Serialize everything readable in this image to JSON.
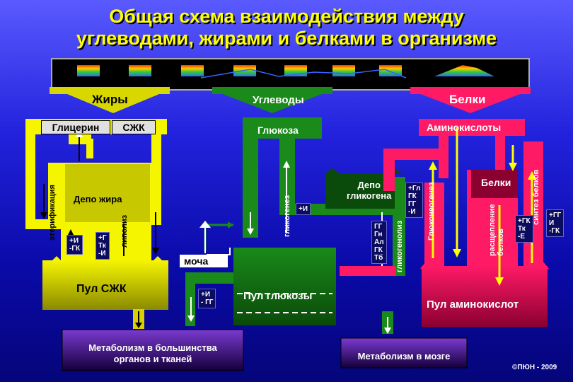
{
  "title": {
    "line1": "Общая схема взаимодействия между",
    "line2": "углеводами, жирами и белками в организме"
  },
  "arrows": {
    "fats": "Жиры",
    "carbs": "Углеводы",
    "proteins": "Белки"
  },
  "fats": {
    "glycerol": "Глицерин",
    "ffa": "СЖК",
    "fat_depot": "Депо жира",
    "esterification": "этерификация",
    "lipolysis": "липолиз",
    "ffa_pool": "Пул СЖК",
    "note1": "+И\n-ГК",
    "note2": "+Г\nТк\n-И"
  },
  "carbs": {
    "glucose": "Глюкоза",
    "gluconeogenesis": "гликогенез",
    "glycogen_depot_1": "Депо",
    "glycogen_depot_2": "гликогена",
    "glycogenolysis": "гликогенолиз",
    "urine": "моча",
    "glucose_pool": "Пул глюкозы",
    "note1": "+И",
    "note2": "ГГ\nГн\nАл\nГК\nТб",
    "note3": "+И\n- ГГ"
  },
  "proteins": {
    "amino_acids": "Аминокислоты",
    "proteins_label": "Белки",
    "gluconeogenesis": "Глюконеогенез",
    "breakdown": "расщепление\nбелков",
    "synthesis": "синтез белков",
    "aa_pool": "Пул аминокислот",
    "note1": "+Гл\nГК\nГГ\n-И",
    "note2": "+ГК\nТк\n-Е",
    "note3": "+ГГ\nИ\n-ГК"
  },
  "outputs": {
    "organs_1": "Метаболизм в большинства",
    "organs_2": "органов и тканей",
    "brain": "Метаболизм в мозге"
  },
  "copyright": "©ПЮН - 2009",
  "colors": {
    "yellow": "#f5f500",
    "green": "#1a8a1a",
    "pink": "#ff1a66",
    "title": "#ffff00"
  }
}
